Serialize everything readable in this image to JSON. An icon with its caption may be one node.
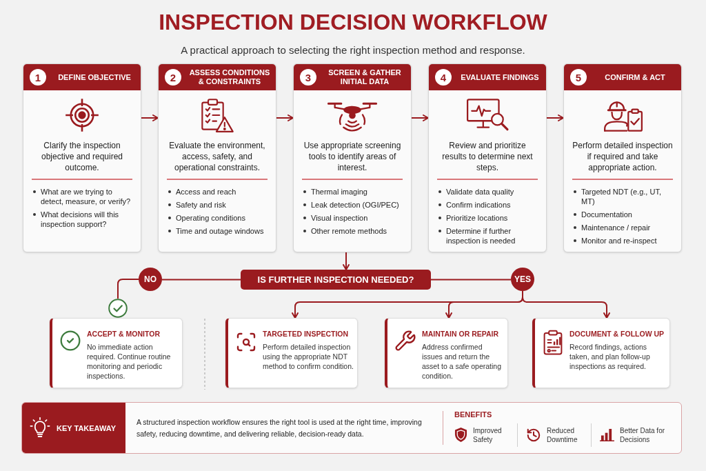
{
  "diagram": {
    "title": "INSPECTION DECISION WORKFLOW",
    "nodes": [
      {
        "text": [
          "DEFINE OBJECTIVE",
          "Clarify the inspection objective and required outcome.",
          "What are we trying to detect, measure, or verify?",
          "What decisions will this inspection support?"
        ]
      },
      {
        "text": [
          "1"
        ],
        "in": 0
      },
      {
        "text": [
          "ASSESS CONDITIONS & CONSTRAINTS",
          "Evaluate the environment, access, safety, and operational constraints.",
          "Access and reach",
          "Safety and risk",
          "Operating conditions",
          "Time and outage windows"
        ]
      },
      {
        "text": [
          "2"
        ],
        "in": 2
      },
      {
        "text": [
          "SCREEN & GATHER INITIAL DATA",
          "Use appropriate screening tools to identify areas of interest.",
          "Thermal imaging",
          "Leak detection (OGI/PEC)",
          "Visual inspection",
          "Other remote methods"
        ]
      },
      {
        "text": [
          "3"
        ],
        "in": 4
      },
      {
        "text": [
          "EVALUATE FINDINGS",
          "Review and prioritize results to determine next steps.",
          "Validate data quality",
          "Confirm indications",
          "Prioritize locations",
          "Determine if further inspection is needed"
        ]
      },
      {
        "text": [
          "4"
        ],
        "in": 6
      },
      {
        "text": [
          "CONFIRM & ACT",
          "Perform detailed inspection if required and take appropriate action.",
          "Targeted NDT (e.g., UT, MT)",
          "Documentation",
          "Maintenance / repair",
          "Monitor and re-inspect"
        ]
      },
      {
        "text": [
          "5"
        ],
        "in": 8
      },
      {
        "text": [
          "IS FURTHER INSPECTION NEEDED?"
        ]
      },
      {
        "text": [
          "NO"
        ]
      },
      {
        "text": [
          "YES"
        ]
      },
      {
        "text": [],
        "shape": "circle"
      },
      {
        "text": [
          "ACCEPT & MONITOR",
          "No immediate action required. Continue routine monitoring and periodic inspections."
        ]
      },
      {
        "text": [
          "TARGETED INSPECTION",
          "Perform detailed inspection using the appropriate NDT method to confirm condition."
        ]
      },
      {
        "text": [
          "MAINTAIN OR REPAIR",
          "Address confirmed issues and return the asset to a safe operating condition."
        ]
      },
      {
        "text": [
          "DOCUMENT & FOLLOW UP",
          "Record findings, actions taken, and plan follow-up inspections as required."
        ]
      },
      {
        "text": [
          "A structured inspection workflow ensures the right tool is used at the right time, improving safety, reducing downtime, and delivering reliable, decision-ready data.",
          "BENEFITS",
          "Improved Safety",
          "Reduced Downtime",
          "Better Data for Decisions"
        ]
      },
      {
        "text": [
          "KEY TAKEAWAY"
        ],
        "in": 18
      }
    ],
    "edges": [
      {
        "from": 0,
        "to": 2,
        "arrow": "to"
      },
      {
        "from": 2,
        "to": 4,
        "arrow": "to"
      },
      {
        "from": 4,
        "to": 6,
        "arrow": "to"
      },
      {
        "from": 6,
        "to": 8,
        "arrow": "to"
      },
      {
        "from": 4,
        "to": 10,
        "arrow": "to"
      },
      {
        "from": 10,
        "to": 11,
        "arrow": "none"
      },
      {
        "from": 11,
        "to": 13,
        "arrow": "none"
      },
      {
        "from": 10,
        "to": 12,
        "arrow": "none"
      },
      {
        "from": 12,
        "to": 15,
        "arrow": "to"
      },
      {
        "from": 12,
        "to": 16,
        "arrow": "to"
      },
      {
        "from": 12,
        "to": 17,
        "arrow": "to"
      }
    ],
    "labels": [
      "A practical approach to selecting the right inspection method and response."
    ]
  }
}
